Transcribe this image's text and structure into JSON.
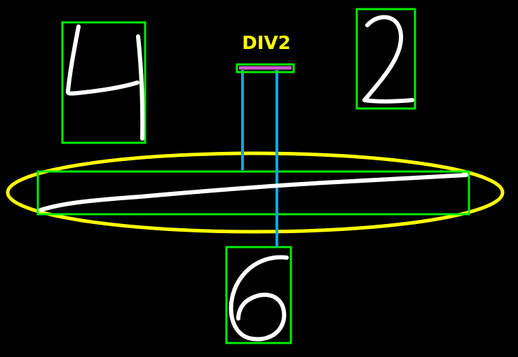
{
  "diagram": {
    "operator_label": "DIV2",
    "colors": {
      "background": "#000000",
      "digit_stroke": "#ffffff",
      "bounding_box": "#00ee00",
      "operator_label": "#ffff00",
      "fraction_bar": "#ffff00",
      "connector": "#0ea5e9",
      "operator_marker": "#cc55cc"
    },
    "symbols": [
      {
        "id": "digit-4",
        "text": "4"
      },
      {
        "id": "digit-2",
        "text": "2"
      },
      {
        "id": "fraction-line",
        "text": "-"
      },
      {
        "id": "digit-6",
        "text": "6"
      }
    ]
  }
}
